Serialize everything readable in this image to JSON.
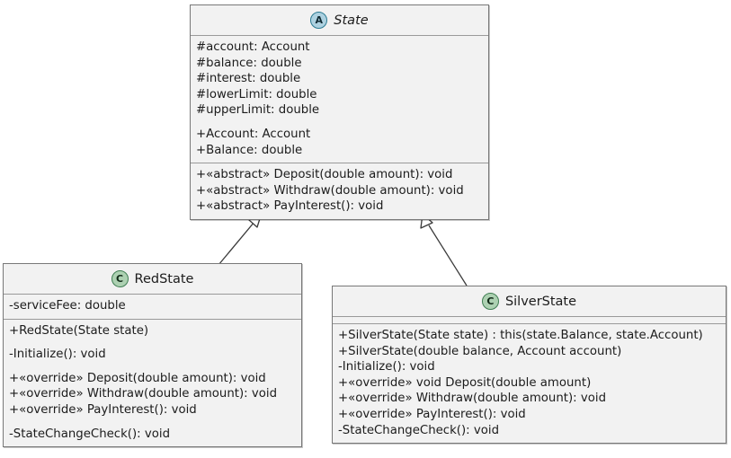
{
  "diagram": {
    "type": "uml-class-diagram",
    "background": "#ffffff",
    "colors": {
      "box_fill": "#f2f2f2",
      "box_border": "#787878",
      "abstract_icon_fill": "#add1e0",
      "abstract_icon_border": "#2a7a92",
      "class_icon_fill": "#add1b2",
      "class_icon_border": "#3f7d52",
      "text": "#1c1c1c",
      "edge": "#3a3a3a"
    },
    "classes": [
      {
        "id": "state",
        "name": "State",
        "stereotype_letter": "A",
        "stereotype_kind": "abstract",
        "italic_title": true,
        "attributes": [
          "#account: Account",
          "#balance: double",
          "#interest: double",
          "#lowerLimit: double",
          "#upperLimit: double",
          "",
          "+Account: Account",
          "+Balance: double"
        ],
        "methods": [
          "+«abstract» Deposit(double amount): void",
          "+«abstract» Withdraw(double amount): void",
          "+«abstract» PayInterest(): void"
        ]
      },
      {
        "id": "redstate",
        "name": "RedState",
        "stereotype_letter": "C",
        "stereotype_kind": "class",
        "italic_title": false,
        "attributes": [
          "-serviceFee: double"
        ],
        "methods": [
          "+RedState(State state)",
          "",
          "-Initialize(): void",
          "",
          "+«override» Deposit(double amount): void",
          "+«override» Withdraw(double amount): void",
          "+«override» PayInterest(): void",
          "",
          "-StateChangeCheck(): void"
        ]
      },
      {
        "id": "silverstate",
        "name": "SilverState",
        "stereotype_letter": "C",
        "stereotype_kind": "class",
        "italic_title": false,
        "attributes": [],
        "methods": [
          "+SilverState(State state) : this(state.Balance, state.Account)",
          "+SilverState(double balance, Account account)",
          "-Initialize(): void",
          "+«override» void Deposit(double amount)",
          "+«override» Withdraw(double amount): void",
          "+«override» PayInterest(): void",
          "-StateChangeCheck(): void"
        ]
      }
    ],
    "relationships": [
      {
        "kind": "generalization",
        "from": "RedState",
        "to": "State",
        "arrowhead": "hollow-triangle"
      },
      {
        "kind": "generalization",
        "from": "SilverState",
        "to": "State",
        "arrowhead": "hollow-triangle"
      }
    ]
  }
}
